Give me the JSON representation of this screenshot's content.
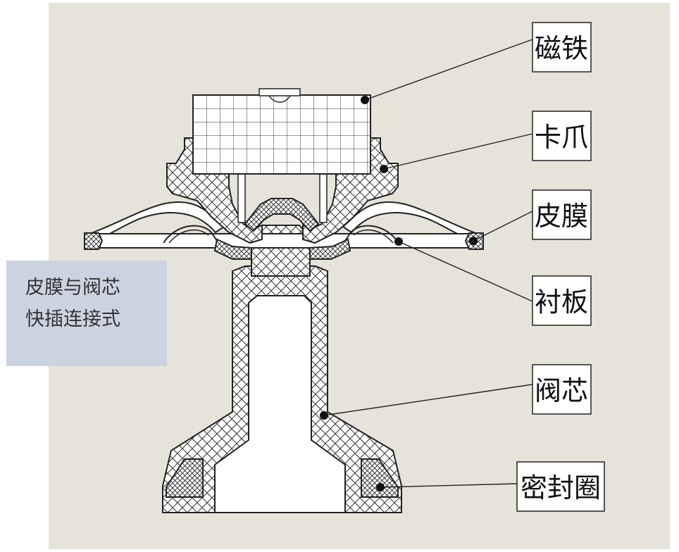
{
  "diagram": {
    "background_color": "#e6e4da",
    "callouts": [
      {
        "id": "magnet",
        "label": "磁铁"
      },
      {
        "id": "claw",
        "label": "卡爪"
      },
      {
        "id": "membrane",
        "label": "皮膜"
      },
      {
        "id": "liner",
        "label": "衬板"
      },
      {
        "id": "spool",
        "label": "阀芯"
      },
      {
        "id": "seal",
        "label": "密封圈"
      }
    ]
  },
  "caption": {
    "line1": "皮膜与阀芯",
    "line2": "快插连接式",
    "background_color": "#ccd3e0"
  }
}
